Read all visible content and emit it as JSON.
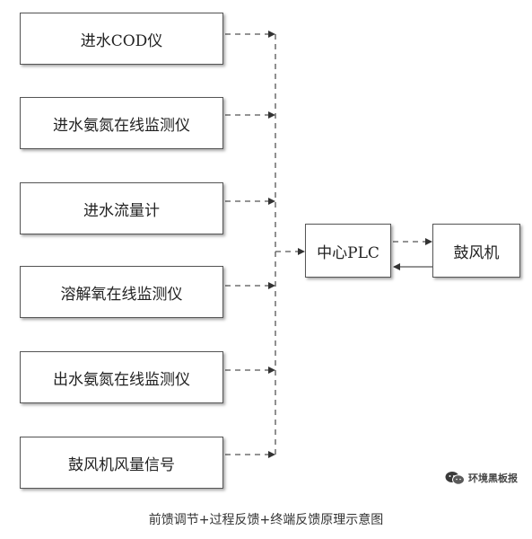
{
  "diagram": {
    "inputs": [
      {
        "label": "进水COD仪"
      },
      {
        "label": "进水氨氮在线监测仪"
      },
      {
        "label": "进水流量计"
      },
      {
        "label": "溶解氧在线监测仪"
      },
      {
        "label": "出水氨氮在线监测仪"
      },
      {
        "label": "鼓风机风量信号"
      }
    ],
    "controller": {
      "label": "中心PLC"
    },
    "actuator": {
      "label": "鼓风机"
    },
    "caption": "前馈调节+过程反馈+终端反馈原理示意图"
  },
  "watermark": {
    "text": "环境黑板报",
    "icon": "wechat-icon"
  }
}
